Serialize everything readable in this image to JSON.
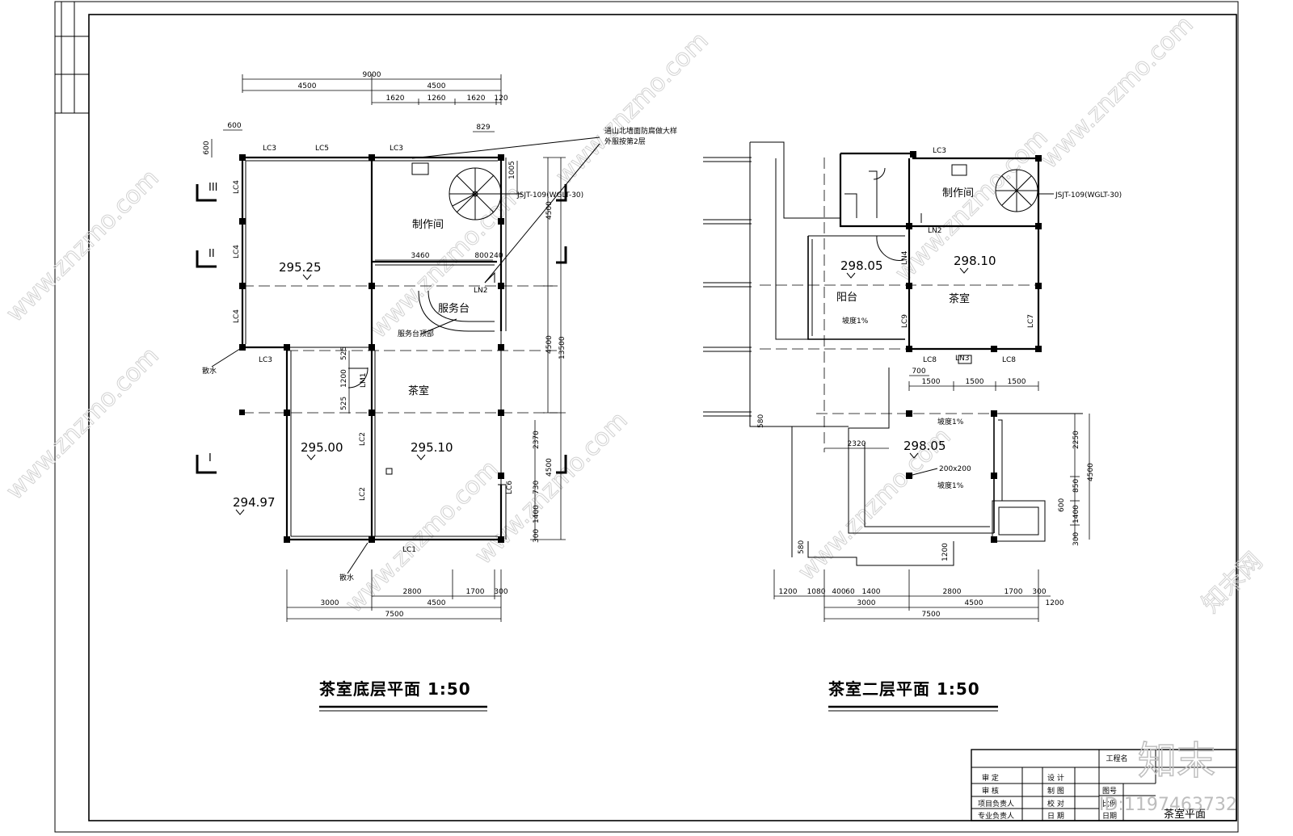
{
  "plan_ground": {
    "title": "茶室底层平面 1:50",
    "rooms": {
      "workroom": "制作间",
      "service_counter": "服务台",
      "tearoom": "茶室"
    },
    "levels": {
      "main": "295.25",
      "left_low": "295.00",
      "tearoom": "295.10",
      "outside": "294.97"
    },
    "windows": {
      "lc1": "LC1",
      "lc2": "LC2",
      "lc3": "LC3",
      "lc4": "LC4",
      "lc5": "LC5",
      "lc6": "LC6"
    },
    "doors": {
      "ln2": "LN2",
      "lm": "LM1"
    },
    "stair": "JSJT-109(WGLT-30)",
    "section_marks": {
      "s1": "I",
      "s2": "II",
      "s3": "III"
    },
    "dims_top": {
      "total": "9000",
      "half_a": "4500",
      "half_b": "4500",
      "d1": "1620",
      "d2": "1260",
      "d3": "1620",
      "d4": "120",
      "d5": "829",
      "d6": "600",
      "d7": "600"
    },
    "dims_inner": {
      "a": "3460",
      "b": "800",
      "c": "240",
      "d": "1005",
      "e": "525",
      "f": "1200",
      "g": "525"
    },
    "dims_right": {
      "a": "4500",
      "b": "4500",
      "c": "13500",
      "d": "4500",
      "e": "2370",
      "f": "730",
      "g": "1400",
      "h": "300"
    },
    "dims_bottom": {
      "a": "2800",
      "b": "1700",
      "c": "300",
      "d": "3000",
      "e": "4500",
      "f": "7500"
    },
    "notes": {
      "n1": "通山北墙面防腐做大样",
      "n2": "外服按第2层",
      "n3": "服务台顶部",
      "n4": "散水"
    }
  },
  "plan_upper": {
    "title": "茶室二层平面 1:50",
    "rooms": {
      "workroom": "制作间",
      "balcony": "阳台",
      "tearoom": "茶室"
    },
    "levels": {
      "balcony": "298.05",
      "tearoom": "298.10",
      "terrace": "298.05"
    },
    "windows": {
      "lc3": "LC3",
      "lc7": "LC7",
      "lc8a": "LC8",
      "lc8b": "LC8",
      "lc9": "LC9"
    },
    "doors": {
      "ln2": "LN2",
      "ln3": "LN3",
      "ln4": "LN4"
    },
    "stair": "JSJT-109(WGLT-30)",
    "column_note": "200x200",
    "slope_notes": {
      "s1": "坡度1%",
      "s2": "坡度1%",
      "s3": "坡度1%"
    },
    "dims_right": {
      "a": "2250",
      "b": "4500",
      "c": "850",
      "d": "600",
      "e": "1400",
      "f": "300"
    },
    "dims_mid": {
      "a": "1500",
      "b": "1500",
      "c": "1500",
      "d": "700",
      "e": "2320",
      "f": "580",
      "g": "580",
      "h": "1200"
    },
    "dims_bottom": {
      "a": "1200",
      "b": "1080",
      "c": "400",
      "d": "60",
      "e": "1400",
      "f": "2800",
      "g": "1700",
      "h": "300",
      "i": "3000",
      "j": "4500",
      "k": "7500",
      "l": "1200"
    }
  },
  "title_block": {
    "top": "工程名",
    "rows": [
      "审 定",
      "审 核",
      "项目负责人",
      "专业负责人"
    ],
    "mid": [
      "设 计",
      "制 图",
      "校 对",
      "日 期"
    ],
    "right": [
      "图号",
      "比例",
      "日期"
    ],
    "sheet_name": "茶室平面"
  },
  "watermark": {
    "site": "www.znzmo.com",
    "brand": "知末网",
    "logo": "知末",
    "id": "ID:1197463732"
  }
}
